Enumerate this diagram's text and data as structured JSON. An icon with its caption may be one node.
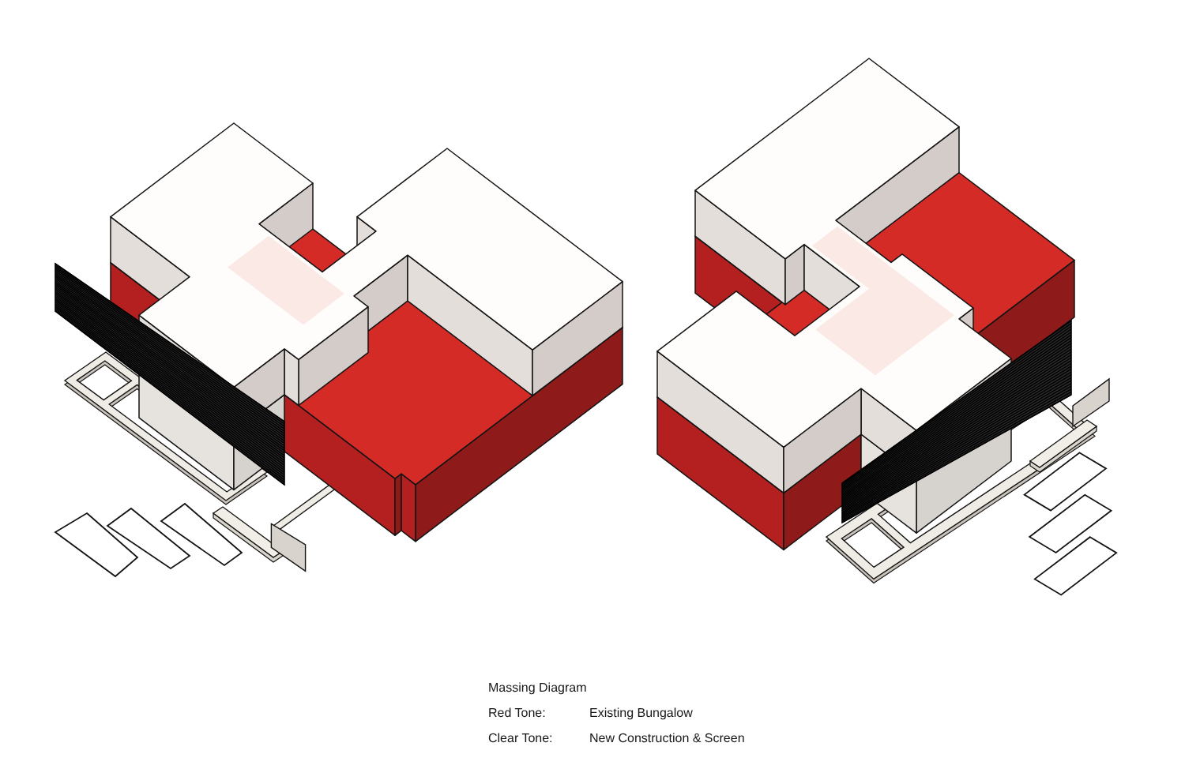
{
  "diagram": {
    "caption": "Massing Diagram",
    "labels": [
      "Red Tone:",
      "Existing Bungalow",
      "Clear Tone:",
      "New Construction & Screen"
    ]
  }
}
